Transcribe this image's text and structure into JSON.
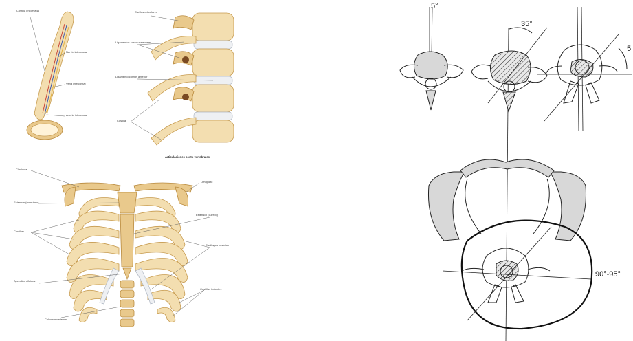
{
  "rib_panel": {
    "labels": {
      "costilla": "Costilla encorvada",
      "nervio": "Nervio intercostal",
      "vena": "Vena intercostal",
      "arteria": "Arteria intercostal"
    }
  },
  "vertebra_panel": {
    "labels": {
      "carillas": "Carillas articulares",
      "lig_costo": "Ligamentos costo vertebrales",
      "lig_comun": "Ligamento comun anterior",
      "costilla": "Costilla"
    },
    "caption": "Articulaciones costo-vertebrales"
  },
  "thorax_panel": {
    "labels": {
      "clavicula": "Clavicula",
      "omoplato": "Omoplato",
      "esternon_manubrio": "Esternon (manubrio)",
      "esternon_cuerpo": "Esternon (cuerpo)",
      "costillas": "Costillas",
      "cartilagos": "Cartilagos costales",
      "apendice": "Apendice xifoides",
      "flotantes": "Costillas flotantes",
      "columna": "Columna vertebral"
    }
  },
  "rotation_diagram": {
    "angles": {
      "a1": "5°",
      "a2": "35°",
      "a3": "5",
      "pelvis": "90°-95°"
    },
    "colors": {
      "ink": "#222222",
      "fill": "#d8d8d8"
    }
  }
}
